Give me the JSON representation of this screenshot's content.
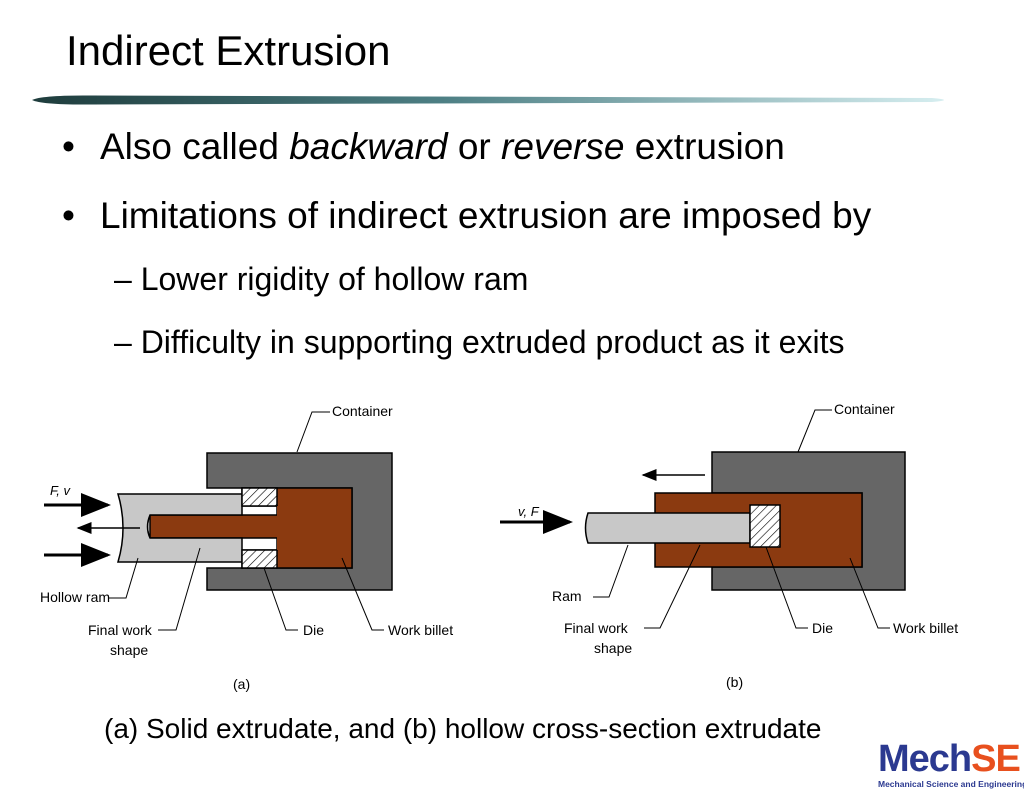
{
  "slide": {
    "title": "Indirect Extrusion"
  },
  "bullets": [
    {
      "prefix": "Also called ",
      "em1": "backward",
      "mid": " or ",
      "em2": "reverse",
      "suffix": " extrusion"
    },
    {
      "text": "Limitations of indirect extrusion are imposed by"
    }
  ],
  "sub_bullets": [
    "– Lower rigidity of hollow ram",
    "– Difficulty in supporting extruded product as it exits"
  ],
  "figure": {
    "a": {
      "label": "(a)",
      "container": "Container",
      "force": "F, v",
      "hollow_ram": "Hollow ram",
      "final_work_line1": "Final work",
      "final_work_line2": "shape",
      "die": "Die",
      "work_billet": "Work billet"
    },
    "b": {
      "label": "(b)",
      "container": "Container",
      "force": "v, F",
      "ram": "Ram",
      "final_work_line1": "Final work",
      "final_work_line2": "shape",
      "die": "Die",
      "work_billet": "Work billet"
    },
    "colors": {
      "container": "#666666",
      "billet": "#8b3a10",
      "ram": "#c8c8c8"
    }
  },
  "caption": "(a) Solid extrudate, and (b) hollow cross-section extrudate",
  "logo": {
    "part1": "Mech",
    "part2": "SE",
    "tagline": "Mechanical Science and Engineering"
  }
}
